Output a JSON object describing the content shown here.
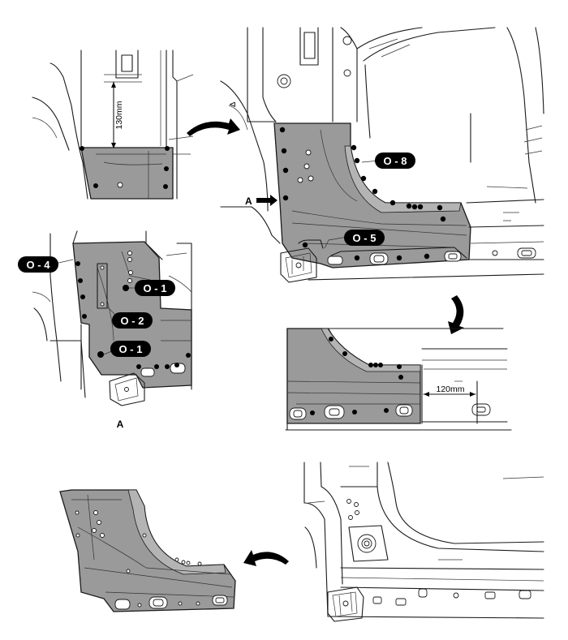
{
  "callouts": {
    "o8": "O - 8",
    "o5": "O - 5",
    "o4": "O - 4",
    "o1a": "O - 1",
    "o2": "O - 2",
    "o1b": "O - 1"
  },
  "dimensions": {
    "vertical": "130mm",
    "horizontal": "120mm"
  },
  "view_labels": {
    "arrow_a": "A",
    "view_a": "A"
  }
}
